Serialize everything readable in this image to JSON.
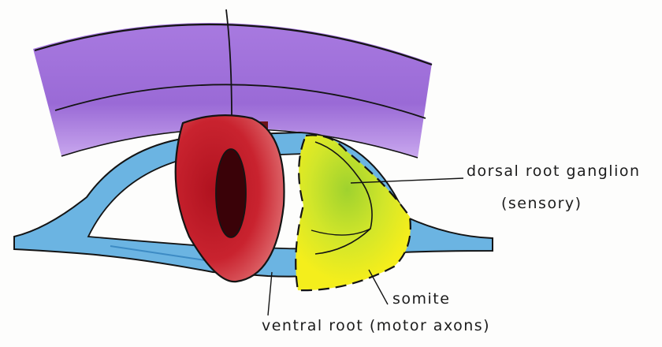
{
  "labels": {
    "dorsal_root_ganglion": "dorsal root ganglion",
    "sensory": "(sensory)",
    "somite": "somite",
    "ventral_root": "ventral root (motor axons)"
  },
  "colors": {
    "paper": "#fdfdfc",
    "outline": "#141414",
    "dermis_band": "#9b6fd6",
    "nerve_blue": "#5aa8dc",
    "neural_tube_red": "#c2222d",
    "ganglion_yellow": "#f2ef1c",
    "ganglion_green": "#8ccc2a"
  }
}
